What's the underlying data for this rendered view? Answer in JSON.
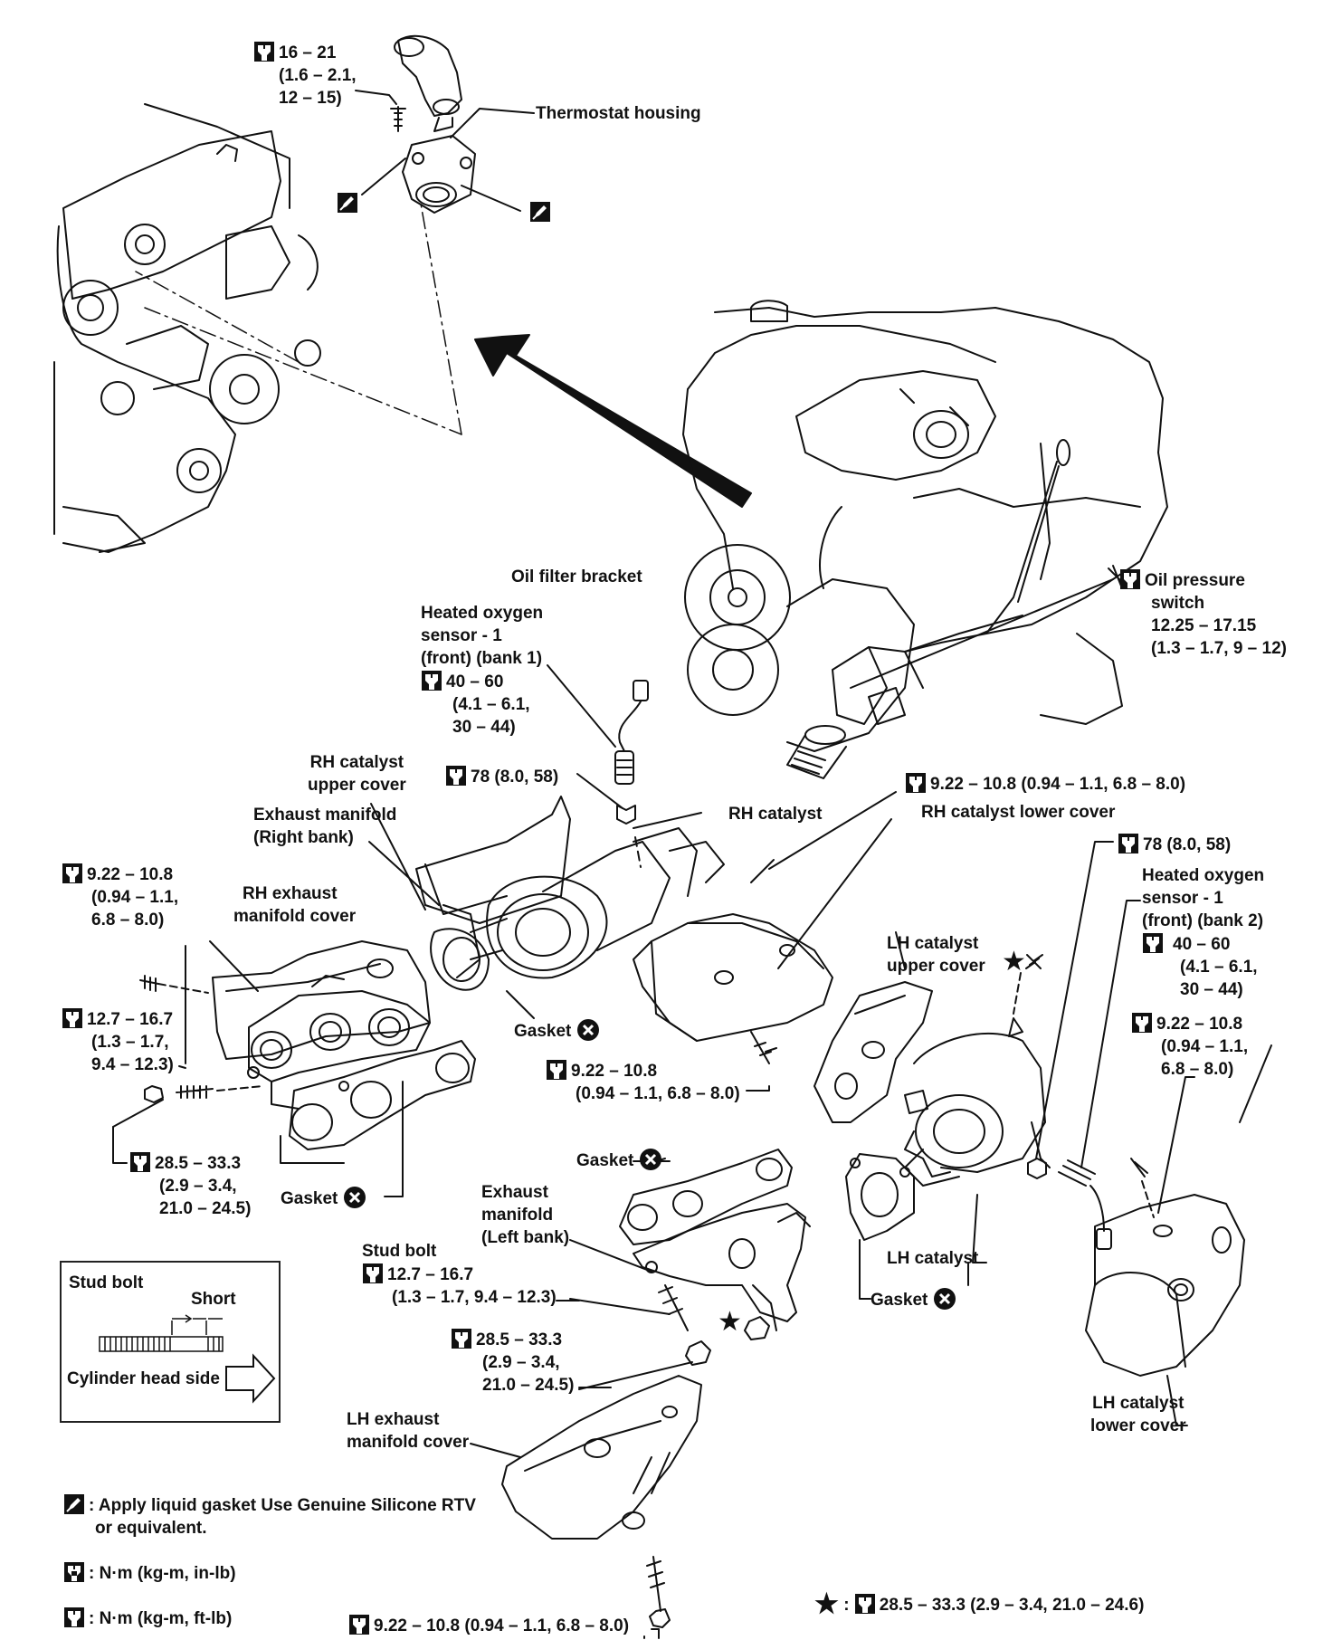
{
  "labels": {
    "thermostat_torque": "16 – 21",
    "thermostat_torque_2": "(1.6 – 2.1,",
    "thermostat_torque_3": "12 – 15)",
    "thermostat_housing": "Thermostat housing",
    "oil_filter_bracket": "Oil filter bracket",
    "oil_pressure_switch_1": "Oil pressure",
    "oil_pressure_switch_2": "switch",
    "oil_pressure_switch_3": "12.25 – 17.15",
    "oil_pressure_switch_4": "(1.3 – 1.7, 9 – 12)",
    "ho2s_front_bank1_1": "Heated oxygen",
    "ho2s_front_bank1_2": "sensor - 1",
    "ho2s_front_bank1_3": "(front) (bank 1)",
    "ho2s_front_bank1_t1": "40 – 60",
    "ho2s_front_bank1_t2": "(4.1 – 6.1,",
    "ho2s_front_bank1_t3": "30 – 44)",
    "rh_cat_upper_cover_1": "RH catalyst",
    "rh_cat_upper_cover_2": "upper cover",
    "torque_78_a": "78 (8.0, 58)",
    "rh_catalyst": "RH catalyst",
    "torque_rh_cover": "9.22 – 10.8 (0.94 – 1.1, 6.8 – 8.0)",
    "rh_cat_lower_cover": "RH catalyst lower cover",
    "exh_manifold_right_1": "Exhaust manifold",
    "exh_manifold_right_2": "(Right bank)",
    "torque_rh_mcover_1": "9.22 – 10.8",
    "torque_rh_mcover_2": "(0.94 – 1.1,",
    "torque_rh_mcover_3": "6.8 – 8.0)",
    "rh_exh_mcover_1": "RH exhaust",
    "rh_exh_mcover_2": "manifold cover",
    "torque_stud_rh_1": "12.7 – 16.7",
    "torque_stud_rh_2": "(1.3 – 1.7,",
    "torque_stud_rh_3": "9.4 – 12.3)",
    "torque_nut_rh_1": "28.5 – 33.3",
    "torque_nut_rh_2": "(2.9 – 3.4,",
    "torque_nut_rh_3": "21.0 – 24.5)",
    "gasket": "Gasket",
    "torque_78_b": "78 (8.0, 58)",
    "ho2s_front_bank2_1": "Heated oxygen",
    "ho2s_front_bank2_2": "sensor - 1",
    "ho2s_front_bank2_3": "(front) (bank 2)",
    "ho2s_front_bank2_t1": "40 – 60",
    "ho2s_front_bank2_t2": "(4.1 – 6.1,",
    "ho2s_front_bank2_t3": "30 – 44)",
    "lh_cat_upper_cover_1": "LH catalyst",
    "lh_cat_upper_cover_2": "upper cover",
    "torque_lh_lower_1": "9.22 – 10.8",
    "torque_lh_lower_2": "(0.94 – 1.1,",
    "torque_lh_lower_3": "6.8 – 8.0)",
    "torque_rh_lower_bolt_1": "9.22 – 10.8",
    "torque_rh_lower_bolt_2": "(0.94 – 1.1, 6.8 – 8.0)",
    "exh_manifold_left_1": "Exhaust",
    "exh_manifold_left_2": "manifold",
    "exh_manifold_left_3": "(Left bank)",
    "stud_bolt": "Stud bolt",
    "torque_stud_lh_1": "12.7 – 16.7",
    "torque_stud_lh_2": "(1.3 – 1.7, 9.4 – 12.3)",
    "torque_nut_lh_1": "28.5 – 33.3",
    "torque_nut_lh_2": "(2.9 – 3.4,",
    "torque_nut_lh_3": "21.0 – 24.5)",
    "lh_catalyst": "LH catalyst",
    "lh_cat_lower_cover_1": "LH catalyst",
    "lh_cat_lower_cover_2": "lower cover",
    "lh_exh_mcover_1": "LH exhaust",
    "lh_exh_mcover_2": "manifold cover",
    "torque_lh_mcover": "9.22 – 10.8 (0.94 – 1.1, 6.8 – 8.0)"
  },
  "stud_box": {
    "title": "Stud bolt",
    "short": "Short",
    "cyl_head_side": "Cylinder head side"
  },
  "legend": {
    "liquid_gasket_1": ": Apply liquid gasket  Use Genuine Silicone RTV",
    "liquid_gasket_2": "or equivalent.",
    "nm_in_lb": ": N·m (kg-m, in-lb)",
    "nm_ft_lb": ": N·m (kg-m, ft-lb)",
    "star_torque": "28.5 – 33.3 (2.9 – 3.4, 21.0 – 24.6)",
    "star_colon": ":"
  },
  "icons": [
    "torque-wrench-icon",
    "liquid-gasket-icon",
    "replace-x-icon",
    "star-icon",
    "arrow-right-icon"
  ]
}
